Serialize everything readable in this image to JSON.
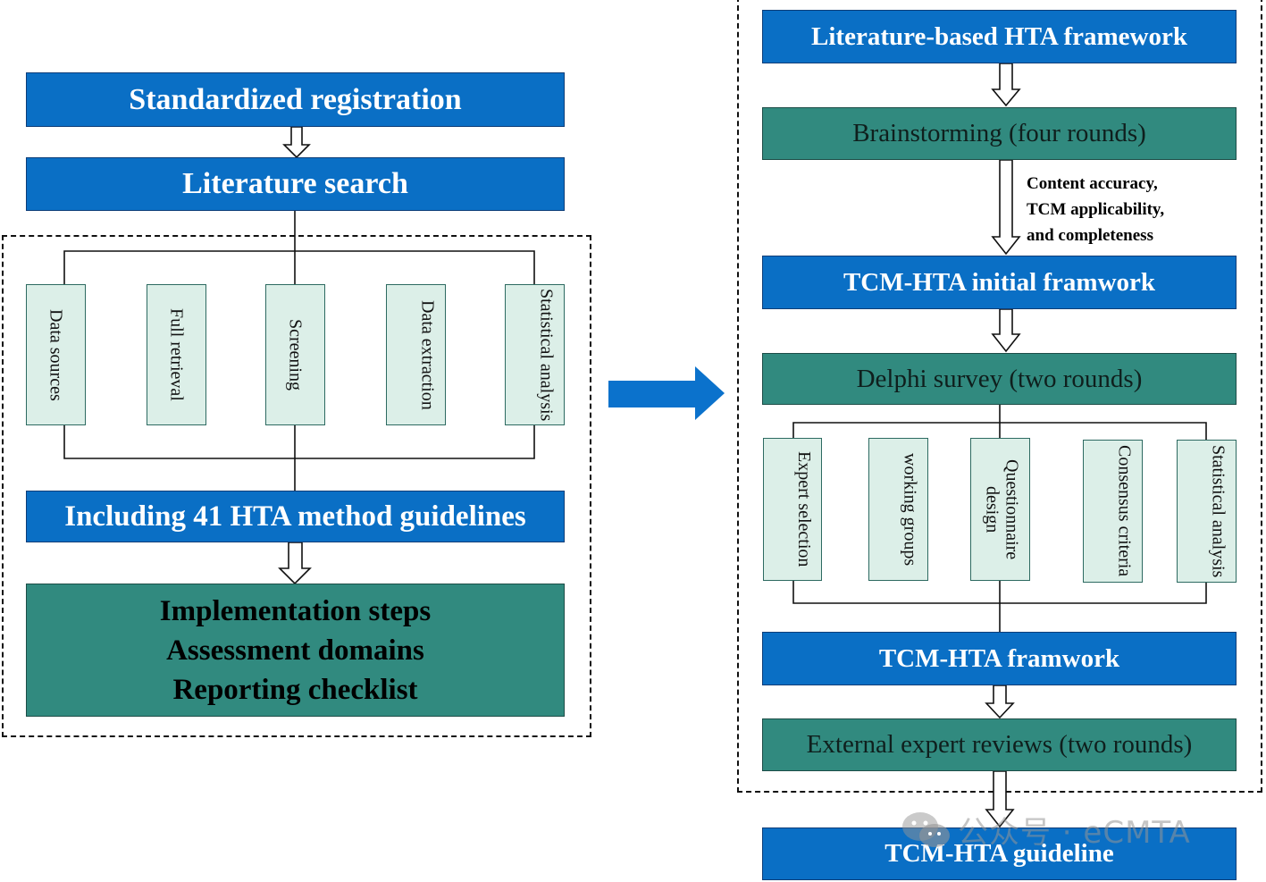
{
  "left": {
    "registration": "Standardized registration",
    "search": "Literature search",
    "steps": [
      "Data sources",
      "Full retrieval",
      "Screening",
      "Data extraction",
      "Statistical analysis"
    ],
    "including": "Including 41 HTA method guidelines",
    "outputs": [
      "Implementation steps",
      "Assessment domains",
      "Reporting checklist"
    ]
  },
  "right": {
    "literature_framework": "Literature-based HTA framework",
    "brainstorming": "Brainstorming (four rounds)",
    "criteria_note": [
      "Content accuracy,",
      "TCM applicability,",
      "and completeness"
    ],
    "initial_framework": "TCM-HTA initial framwork",
    "delphi": "Delphi survey (two rounds)",
    "delphi_steps": [
      "Expert selection",
      "working groups",
      "Questionnaire design",
      "Consensus criteria",
      "Statistical analysis"
    ],
    "framework": "TCM-HTA framwork",
    "external": "External expert reviews (two rounds)",
    "guideline": "TCM-HTA guideline"
  },
  "watermark": "公众号 · eCMTA",
  "colors": {
    "blue": "#0a6fc5",
    "teal": "#318a7f",
    "light_teal": "#dcefe8",
    "arrow_blue": "#0b72cc"
  }
}
